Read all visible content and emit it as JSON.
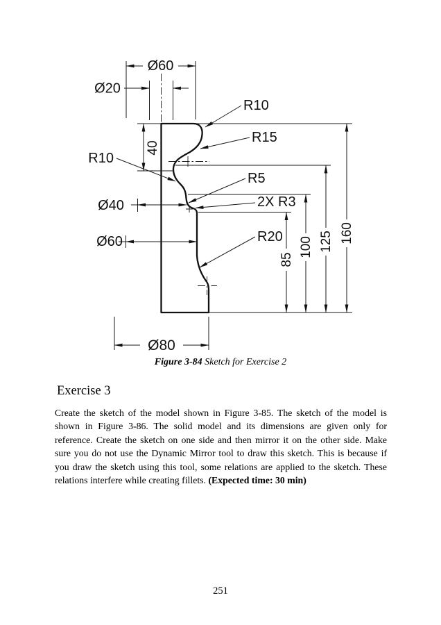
{
  "figure": {
    "caption_bold": "Figure 3-84",
    "caption_rest": " Sketch for Exercise 2",
    "labels": {
      "dia60_top": "Ø60",
      "dia20": "Ø20",
      "r10_top": "R10",
      "r15": "R15",
      "r10_left": "R10",
      "r5": "R5",
      "dia40": "Ø40",
      "r3": "2X R3",
      "dia60_mid": "Ø60",
      "r20": "R20",
      "dim40": "40",
      "dim85": "85",
      "dim100": "100",
      "dim125": "125",
      "dim160": "160",
      "dia80": "Ø80"
    }
  },
  "exercise": {
    "heading": "Exercise 3",
    "body": "Create the sketch of the model shown in Figure 3-85. The sketch of the model is shown in Figure 3-86. The solid model and its dimensions are given only for reference. Create the sketch on one side and then mirror it on the other side. Make sure you do not use the Dynamic Mirror tool to draw this sketch. This is because if you draw the sketch using this tool, some relations are applied to the sketch. These relations interfere while creating fillets. ",
    "expected_time": "(Expected time: 30 min)"
  },
  "page": {
    "number": "251"
  }
}
